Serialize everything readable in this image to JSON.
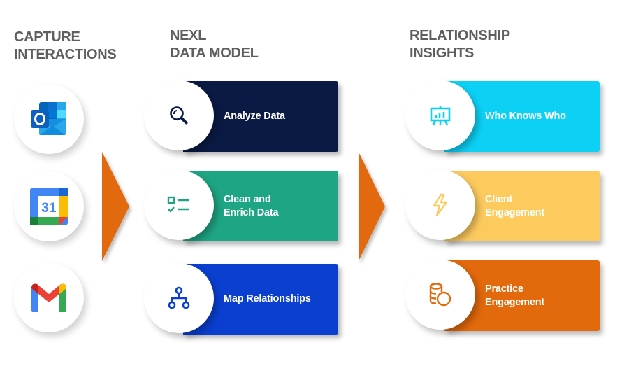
{
  "columns": [
    {
      "heading": [
        "CAPTURE",
        "INTERACTIONS"
      ],
      "sources": [
        {
          "name": "Outlook",
          "icon": "outlook-icon"
        },
        {
          "name": "Google Calendar",
          "icon": "google-calendar-icon",
          "day": "31"
        },
        {
          "name": "Gmail",
          "icon": "gmail-icon"
        }
      ]
    },
    {
      "heading": [
        "NEXL",
        "DATA MODEL"
      ],
      "steps": [
        {
          "label": [
            "Analyze Data"
          ],
          "icon": "magnifier-icon",
          "color": "#0b1a44"
        },
        {
          "label": [
            "Clean and",
            "Enrich Data"
          ],
          "icon": "checklist-icon",
          "color": "#1ea583"
        },
        {
          "label": [
            "Map Relationships"
          ],
          "icon": "hierarchy-icon",
          "color": "#0a3fd0"
        }
      ]
    },
    {
      "heading": [
        "RELATIONSHIP",
        "INSIGHTS"
      ],
      "steps": [
        {
          "label": [
            "Who Knows Who"
          ],
          "icon": "presentation-board-icon",
          "color": "#0cd1f5"
        },
        {
          "label": [
            "Client",
            "Engagement"
          ],
          "icon": "lightning-icon",
          "color": "#fdca5e"
        },
        {
          "label": [
            "Practice",
            "Engagement"
          ],
          "icon": "coins-icon",
          "color": "#e2690c"
        }
      ]
    }
  ],
  "arrow_color": "#e2690c"
}
